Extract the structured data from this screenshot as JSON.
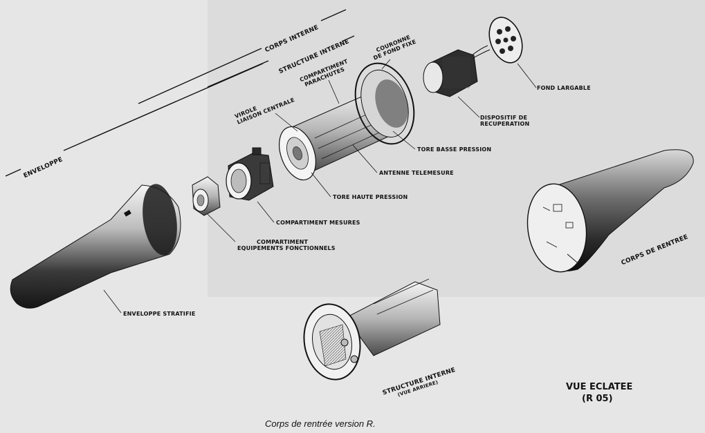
{
  "labels": {
    "corps_interne": "CORPS INTERNE",
    "structure_interne": "STRUCTURE INTERNE",
    "enveloppe": "ENVELOPPE",
    "couronne_line1": "COURONNE",
    "couronne_line2": "DE FOND FIXE",
    "parachutes_line1": "COMPARTIMENT",
    "parachutes_line2": "PARACHUTES",
    "virole_line1": "VIROLE",
    "virole_line2": "LIAISON CENTRALE",
    "fond_largable": "FOND LARGABLE",
    "dispositif_line1": "DISPOSITIF DE",
    "dispositif_line2": "RECUPERATION",
    "tore_basse": "TORE BASSE PRESSION",
    "antenne": "ANTENNE TELEMESURE",
    "tore_haute": "TORE HAUTE PRESSION",
    "mesures": "COMPARTIMENT MESURES",
    "equip_line1": "COMPARTIMENT",
    "equip_line2": "EQUIPEMENTS FONCTIONNELS",
    "enveloppe_stratifie": "ENVELOPPE STRATIFIE",
    "corps_rentree": "CORPS DE RENTREE",
    "struct_arriere_line1": "STRUCTURE INTERNE",
    "struct_arriere_line2": "(VUE ARRIERE)"
  },
  "title": {
    "main": "VUE ECLATEE",
    "ref": "(R 05)"
  },
  "caption": "Corps de rentrée version R.",
  "colors": {
    "background": "#e6e6e6",
    "ink": "#111111",
    "metal_dark": "#2a2a2a",
    "metal_light": "#f2f2f2"
  }
}
